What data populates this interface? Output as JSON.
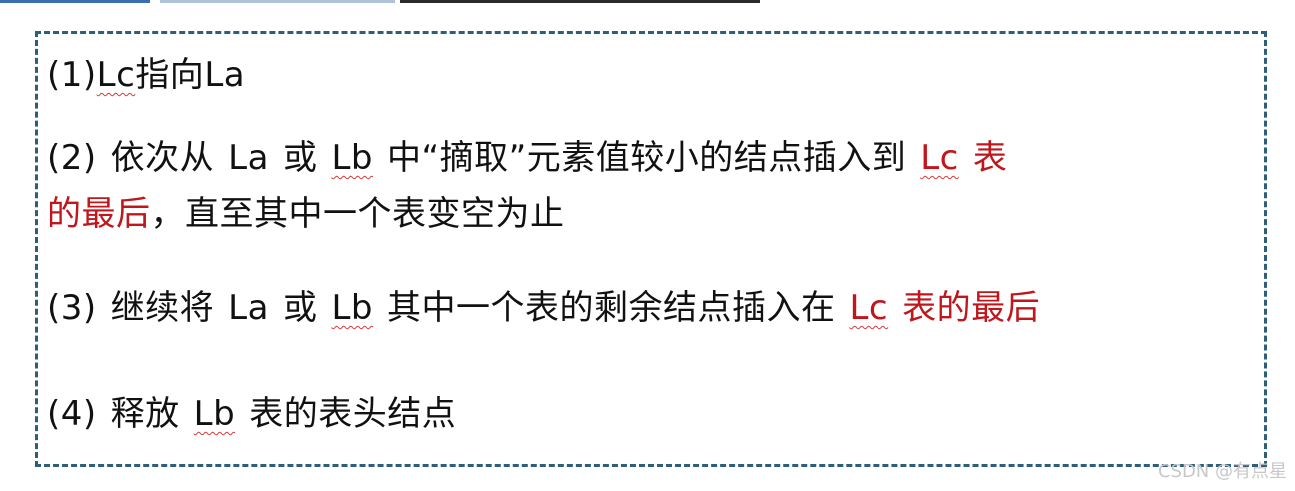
{
  "steps": {
    "s1": {
      "num": "(1)",
      "lc": "Lc",
      "text_a": "指向",
      "la": "La"
    },
    "s2": {
      "num": "(2)",
      "text_a": "依次从",
      "la": "La",
      "or": "或",
      "lb": "Lb",
      "text_b": "中“摘取”元素值较小的结点插入到",
      "lc": "Lc",
      "red_a": "表",
      "red_b": "的最后",
      "text_c": "，直至其中一个表变空为止"
    },
    "s3": {
      "num": "(3)",
      "text_a": "继续将",
      "la": "La",
      "or": "或",
      "lb": "Lb",
      "text_b": "其中一个表的剩余结点插入在",
      "lc": "Lc",
      "red_a": "表的最后"
    },
    "s4": {
      "num": "(4)",
      "text_a": "释放",
      "lb": "Lb",
      "text_b": "表的表头结点"
    }
  },
  "watermark": "CSDN @有点星",
  "colors": {
    "border": "#2e5f7a",
    "accent_red": "#c0161c",
    "text": "#111111"
  }
}
